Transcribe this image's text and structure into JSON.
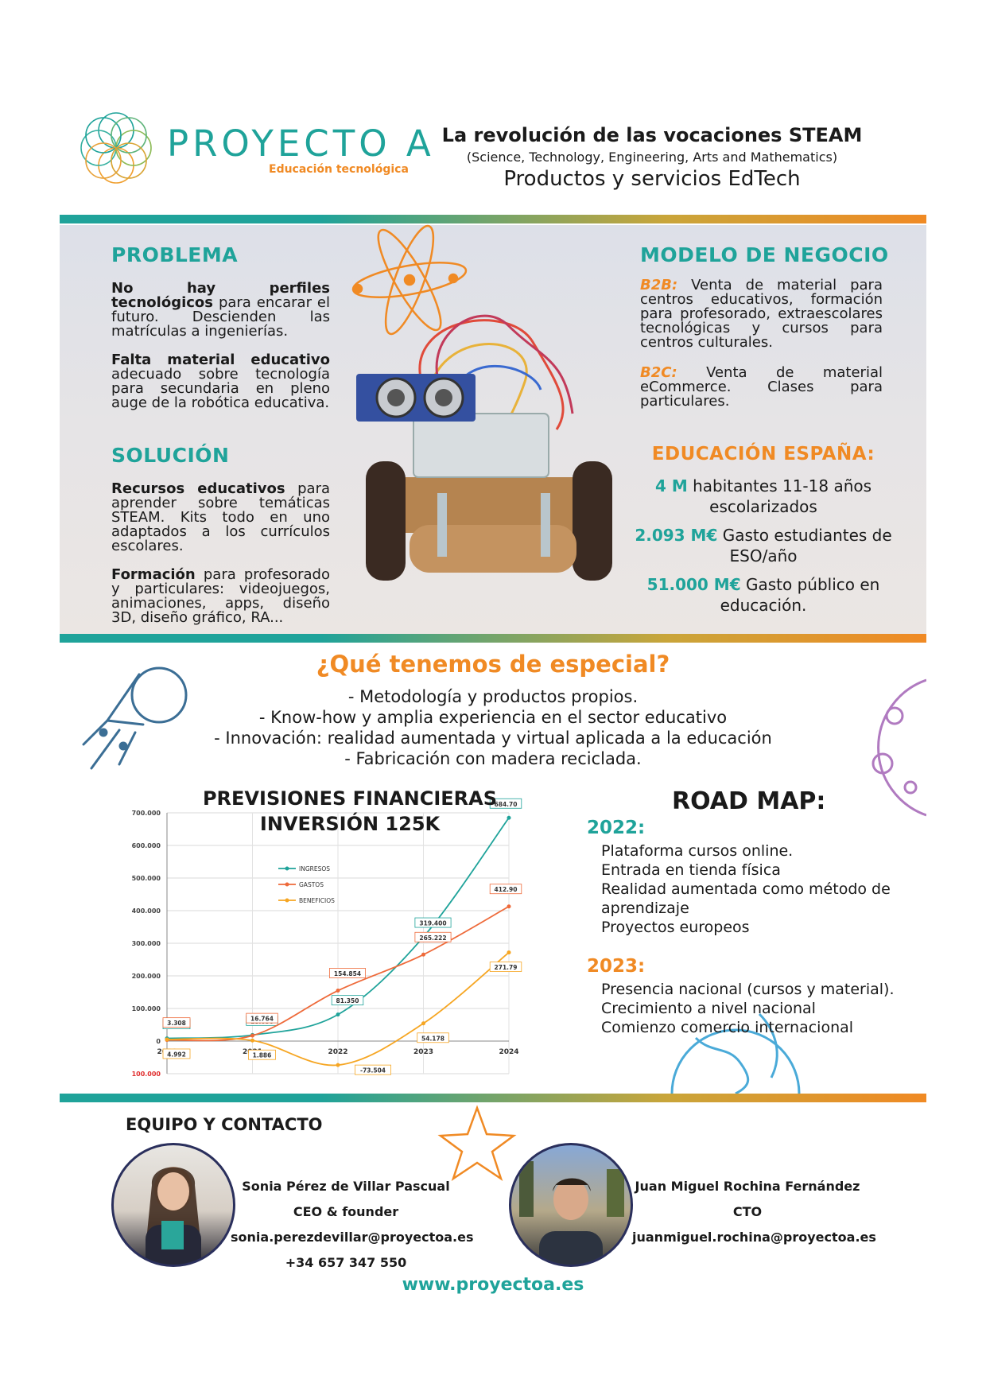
{
  "header": {
    "brand": "PROYECTO A",
    "brand_tagline": "Educación tecnológica",
    "headline": "La revolución de las vocaciones STEAM",
    "headline_sub": "(Science, Technology, Engineering, Arts and Mathematics)",
    "headline_sub2": "Productos y servicios EdTech"
  },
  "problema": {
    "title": "PROBLEMA",
    "p1_bold": "No hay perfiles tecnológicos",
    "p1_rest": "para encarar el futuro. Descienden las matrículas a ingenierías.",
    "p2_bold": "Falta material educativo",
    "p2_rest": "adecuado sobre tecnología para secundaria en pleno auge de la robótica educativa."
  },
  "solucion": {
    "title": "SOLUCIÓN",
    "p1_bold": "Recursos educativos",
    "p1_rest": "para aprender sobre temáticas STEAM. Kits todo en uno adaptados a los currículos escolares.",
    "p2_bold": "Formación",
    "p2_rest": "para profesorado y particulares: videojuegos, animaciones, apps, diseño 3D, diseño gráfico, RA..."
  },
  "modelo": {
    "title": "MODELO DE NEGOCIO",
    "b2b_label": "B2B:",
    "b2b_text": "Venta de material para centros educativos, formación para profesorado, extraescolares tecnológicas y cursos para centros culturales.",
    "b2c_label": "B2C:",
    "b2c_text": "Venta de material eCommerce. Clases para particulares."
  },
  "educacion": {
    "title": "EDUCACIÓN ESPAÑA:",
    "stats": [
      {
        "num": "4 M",
        "text": "habitantes 11-18 años escolarizados"
      },
      {
        "num": "2.093 M€",
        "text": "Gasto estudiantes de ESO/año"
      },
      {
        "num": "51.000 M€",
        "text": "Gasto público en educación."
      }
    ]
  },
  "especial": {
    "title": "¿Qué tenemos de especial?",
    "items": [
      "- Metodología y productos propios.",
      "- Know-how y amplia experiencia en el sector educativo",
      "- Innovación: realidad aumentada y virtual aplicada a la educación",
      "- Fabricación con madera reciclada."
    ]
  },
  "finanzas": {
    "title1": "PREVISIONES FINANCIERAS",
    "title2": "INVERSIÓN 125K"
  },
  "chart_data": {
    "type": "line",
    "x": [
      "2020",
      "2021",
      "2022",
      "2023",
      "2024"
    ],
    "ylim": [
      -100000,
      700000
    ],
    "yticks": [
      "700.000",
      "600.000",
      "500.000",
      "400.000",
      "300.000",
      "200.000",
      "100.000",
      "0",
      "100.000"
    ],
    "series": [
      {
        "name": "INGRESOS",
        "color": "#1fa39a",
        "values": [
          8300,
          18650,
          81350,
          319400,
          684700
        ],
        "labels": [
          "8.300",
          "18.650",
          "81.350",
          "319.400",
          "684.70"
        ]
      },
      {
        "name": "GASTOS",
        "color": "#ee6a3a",
        "values": [
          3308,
          16764,
          154854,
          265222,
          412900
        ],
        "labels": [
          "3.308",
          "16.764",
          "154.854",
          "265.222",
          "412.90"
        ]
      },
      {
        "name": "BENEFICIOS",
        "color": "#f6a623",
        "values": [
          4992,
          1886,
          -73504,
          54178,
          271790
        ],
        "labels": [
          "4.992",
          "1.886",
          "-73.504",
          "54.178",
          "271.79"
        ]
      }
    ]
  },
  "roadmap": {
    "title": "ROAD MAP:",
    "y2022": "2022:",
    "items2022": [
      "Plataforma cursos online.",
      "Entrada en tienda física",
      "Realidad aumentada como método de aprendizaje",
      "Proyectos europeos"
    ],
    "y2023": "2023:",
    "items2023": [
      "Presencia nacional (cursos y material).",
      "Crecimiento a nivel nacional",
      "Comienzo comercio internacional"
    ]
  },
  "equipo": {
    "title": "EQUIPO Y CONTACTO",
    "p1_name": "Sonia Pérez de Villar Pascual",
    "p1_role": "CEO & founder",
    "p1_email": "sonia.perezdevillar@proyectoa.es",
    "p1_phone": "+34 657 347 550",
    "p2_name": "Juan Miguel Rochina Fernández",
    "p2_role": "CTO",
    "p2_email": "juanmiguel.rochina@proyectoa.es",
    "website": "www.proyectoa.es"
  }
}
